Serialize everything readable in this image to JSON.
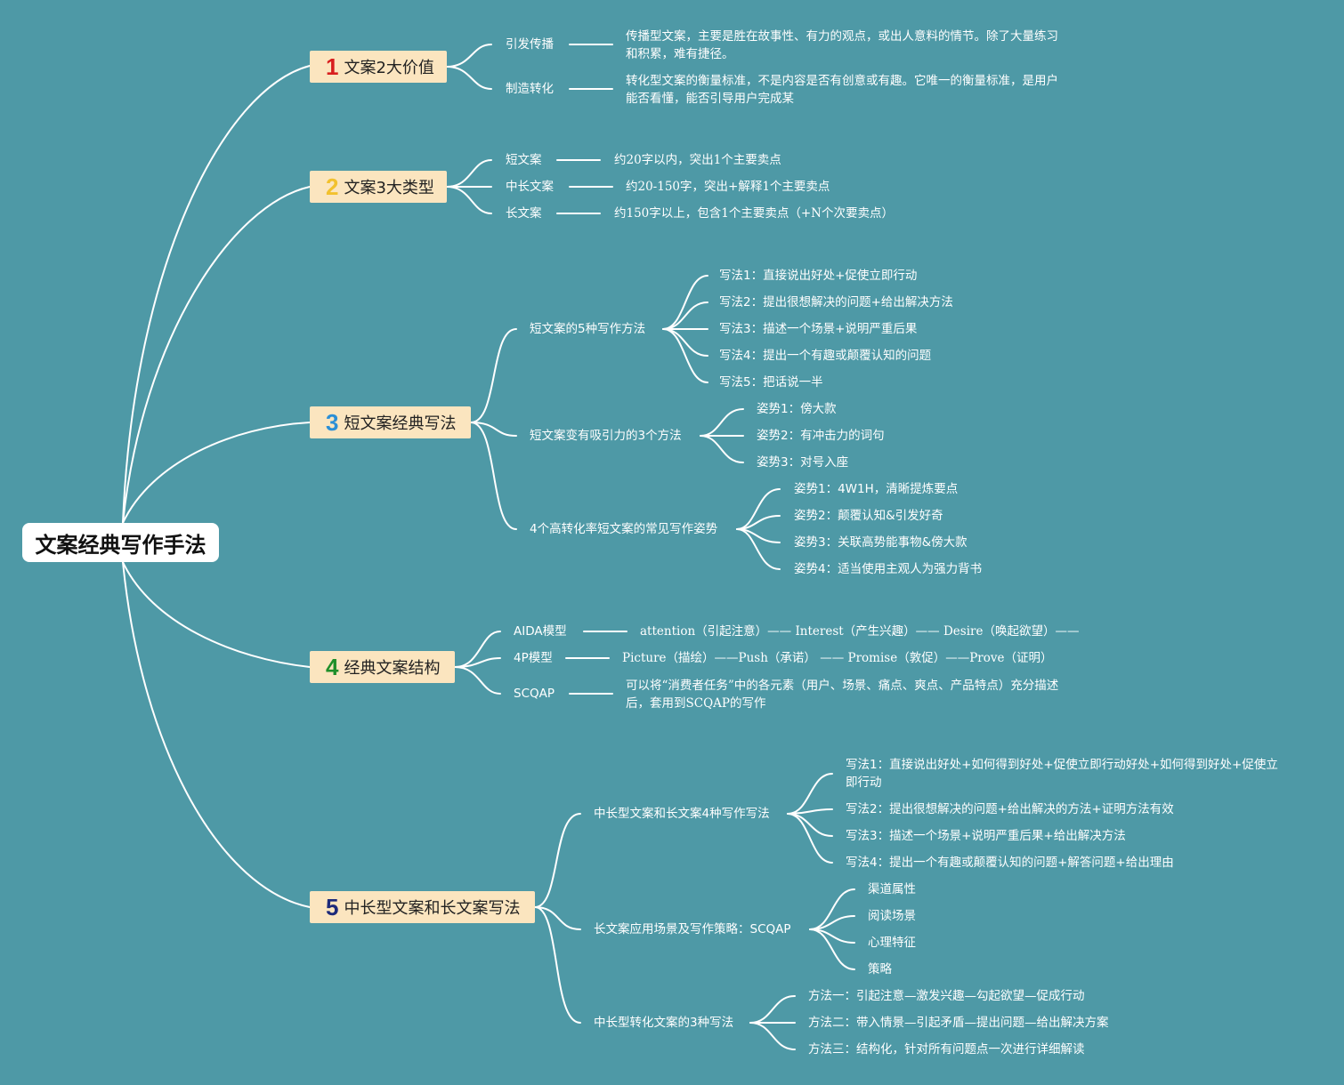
{
  "root": "文案经典写作手法",
  "b1": {
    "num": "1",
    "label": "文案2大价值",
    "num_color": "#d81e1e",
    "items": [
      {
        "label": "引发传播",
        "note": "传播型文案，主要是胜在故事性、有力的观点，或出人意料的情节。除了大量练习和积累，难有捷径。"
      },
      {
        "label": "制造转化",
        "note": "转化型文案的衡量标准，不是内容是否有创意或有趣。它唯一的衡量标准，是用户能否看懂，能否引导用户完成某"
      }
    ]
  },
  "b2": {
    "num": "2",
    "label": "文案3大类型",
    "num_color": "#f2c12e",
    "items": [
      {
        "label": "短文案",
        "note": "约20字以内，突出1个主要卖点"
      },
      {
        "label": "中长文案",
        "note": "约20-150字，突出+解释1个主要卖点"
      },
      {
        "label": "长文案",
        "note": "约150字以上，包含1个主要卖点（+N个次要卖点）"
      }
    ]
  },
  "b3": {
    "num": "3",
    "label": "短文案经典写法",
    "num_color": "#2b8fd6",
    "subs": [
      {
        "label": "短文案的5种写作方法",
        "items": [
          "写法1：直接说出好处+促使立即行动",
          "写法2：提出很想解决的问题+给出解决方法",
          "写法3：描述一个场景+说明严重后果",
          "写法4：提出一个有趣或颠覆认知的问题",
          "写法5：把话说一半"
        ]
      },
      {
        "label": "短文案变有吸引力的3个方法",
        "items": [
          "姿势1：傍大款",
          "姿势2：有冲击力的词句",
          "姿势3：对号入座"
        ]
      },
      {
        "label": "4个高转化率短文案的常见写作姿势",
        "items": [
          "姿势1：4W1H，清晰提炼要点",
          "姿势2：颠覆认知&引发好奇",
          "姿势3：关联高势能事物&傍大款",
          "姿势4：适当使用主观人为强力背书"
        ]
      }
    ]
  },
  "b4": {
    "num": "4",
    "label": "经典文案结构",
    "num_color": "#1f8f2a",
    "items": [
      {
        "label": "AIDA模型",
        "note": "attention（引起注意）—— Interest（产生兴趣）—— Desire（唤起欲望）——"
      },
      {
        "label": "4P模型",
        "note": "Picture（描绘）——Push（承诺） —— Promise（敦促）——Prove（证明）"
      },
      {
        "label": "SCQAP",
        "note": "可以将“消费者任务”中的各元素（用户、场景、痛点、爽点、产品特点）充分描述后，套用到SCQAP的写作"
      }
    ]
  },
  "b5": {
    "num": "5",
    "label": "中长型文案和长文案写法",
    "num_color": "#1d2a7a",
    "subs": [
      {
        "label": "中长型文案和长文案4种写作写法",
        "items": [
          "写法1：直接说出好处+如何得到好处+促使立即行动好处+如何得到好处+促使立即行动",
          "写法2：提出很想解决的问题+给出解决的方法+证明方法有效",
          "写法3：描述一个场景+说明严重后果+给出解决方法",
          "写法4：提出一个有趣或颠覆认知的问题+解答问题+给出理由"
        ]
      },
      {
        "label": "长文案应用场景及写作策略：SCQAP",
        "items": [
          "渠道属性",
          "阅读场景",
          "心理特征",
          "策略"
        ]
      },
      {
        "label": "中长型转化文案的3种写法",
        "items": [
          "方法一：引起注意—激发兴趣—勾起欲望—促成行动",
          "方法二：带入情景—引起矛盾—提出问题—给出解决方案",
          "方法三：结构化，针对所有问题点一次进行详细解读"
        ]
      }
    ]
  }
}
